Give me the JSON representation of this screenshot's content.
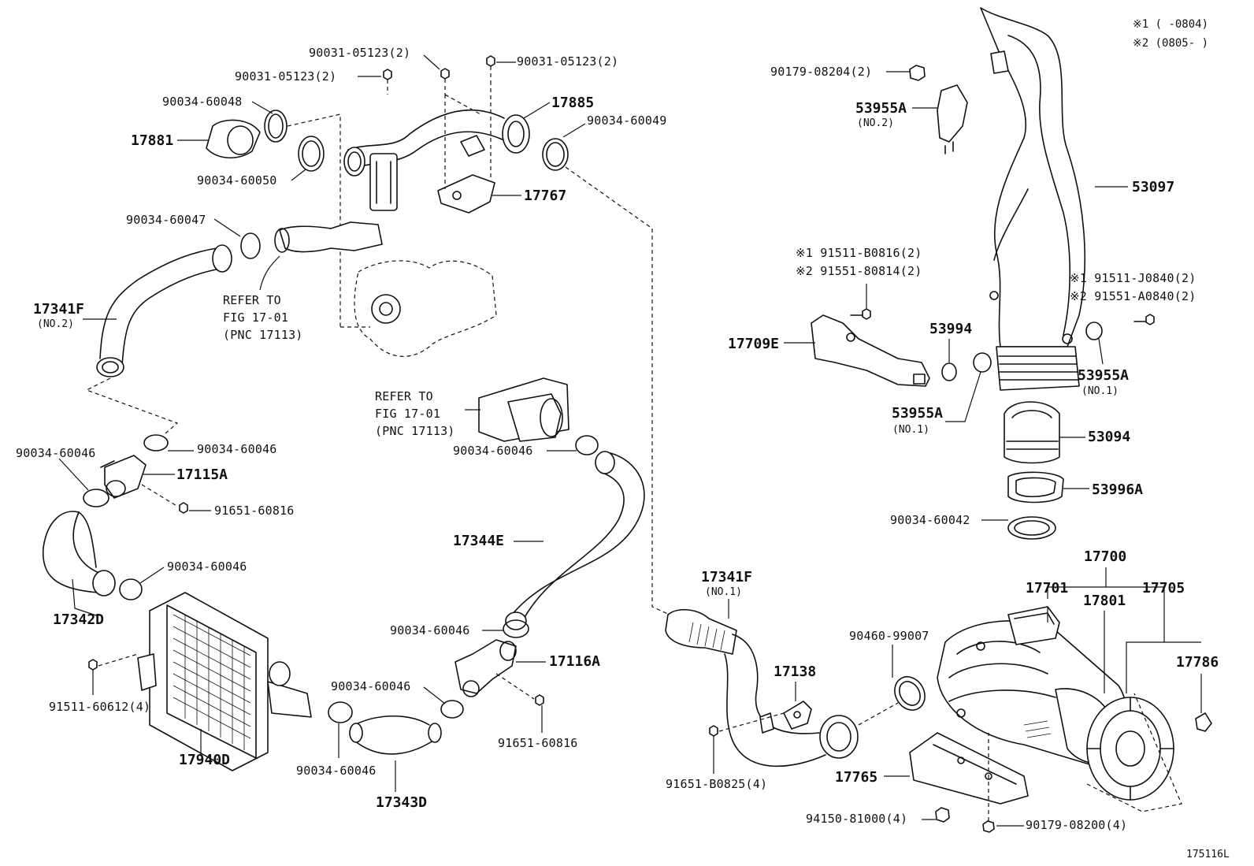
{
  "notes": {
    "n1": "※1 (     -0804)",
    "n2": "※2 (0805-     )"
  },
  "figure_code": "175116L",
  "labels": {
    "p90031_05123_a": "90031-05123(2)",
    "p90031_05123_b": "90031-05123(2)",
    "p90031_05123_c": "90031-05123(2)",
    "p90034_60048": "90034-60048",
    "p17881": "17881",
    "p90034_60050": "90034-60050",
    "p17885": "17885",
    "p90034_60049": "90034-60049",
    "p17767": "17767",
    "p90034_60047": "90034-60047",
    "refer_a_1": "REFER TO",
    "refer_a_2": "FIG 17-01",
    "refer_a_3": "(PNC 17113)",
    "p17341f_no2": "17341F",
    "no2_a": "(NO.2)",
    "p90034_60046_a": "90034-60046",
    "p90034_60046_b": "90034-60046",
    "p17115a": "17115A",
    "p91651_60816_a": "91651-60816",
    "p90034_60046_c": "90034-60046",
    "p17342d": "17342D",
    "p91511_60612": "91511-60612(4)",
    "p17940d": "17940D",
    "refer_b_1": "REFER TO",
    "refer_b_2": "FIG 17-01",
    "refer_b_3": "(PNC 17113)",
    "p90034_60046_d": "90034-60046",
    "p17344e": "17344E",
    "p90034_60046_e": "90034-60046",
    "p17116a": "17116A",
    "p90034_60046_f": "90034-60046",
    "p91651_60816_b": "91651-60816",
    "p90034_60046_g": "90034-60046",
    "p17343d": "17343D",
    "p90179_08204": "90179-08204(2)",
    "p53955a_no2": "53955A",
    "no2_b": "(NO.2)",
    "p53097": "53097",
    "p91511_b0816": "※1 91511-B0816(2)",
    "p91551_80814": "※2 91551-80814(2)",
    "p91511_j0840": "※1 91511-J0840(2)",
    "p91551_a0840": "※2 91551-A0840(2)",
    "p17709e": "17709E",
    "p53994": "53994",
    "p53955a_no1_r": "53955A",
    "no1_r": "(NO.1)",
    "p53955a_no1_l": "53955A",
    "no1_l": "(NO.1)",
    "p53094": "53094",
    "p53996a": "53996A",
    "p90034_60042": "90034-60042",
    "p17700": "17700",
    "p17701": "17701",
    "p17801": "17801",
    "p17705": "17705",
    "p17786": "17786",
    "p17341f_no1": "17341F",
    "no1_c": "(NO.1)",
    "p90460_99007": "90460-99007",
    "p17138": "17138",
    "p91651_b0825": "91651-B0825(4)",
    "p17765": "17765",
    "p94150_81000": "94150-81000(4)",
    "p90179_08200": "90179-08200(4)"
  }
}
